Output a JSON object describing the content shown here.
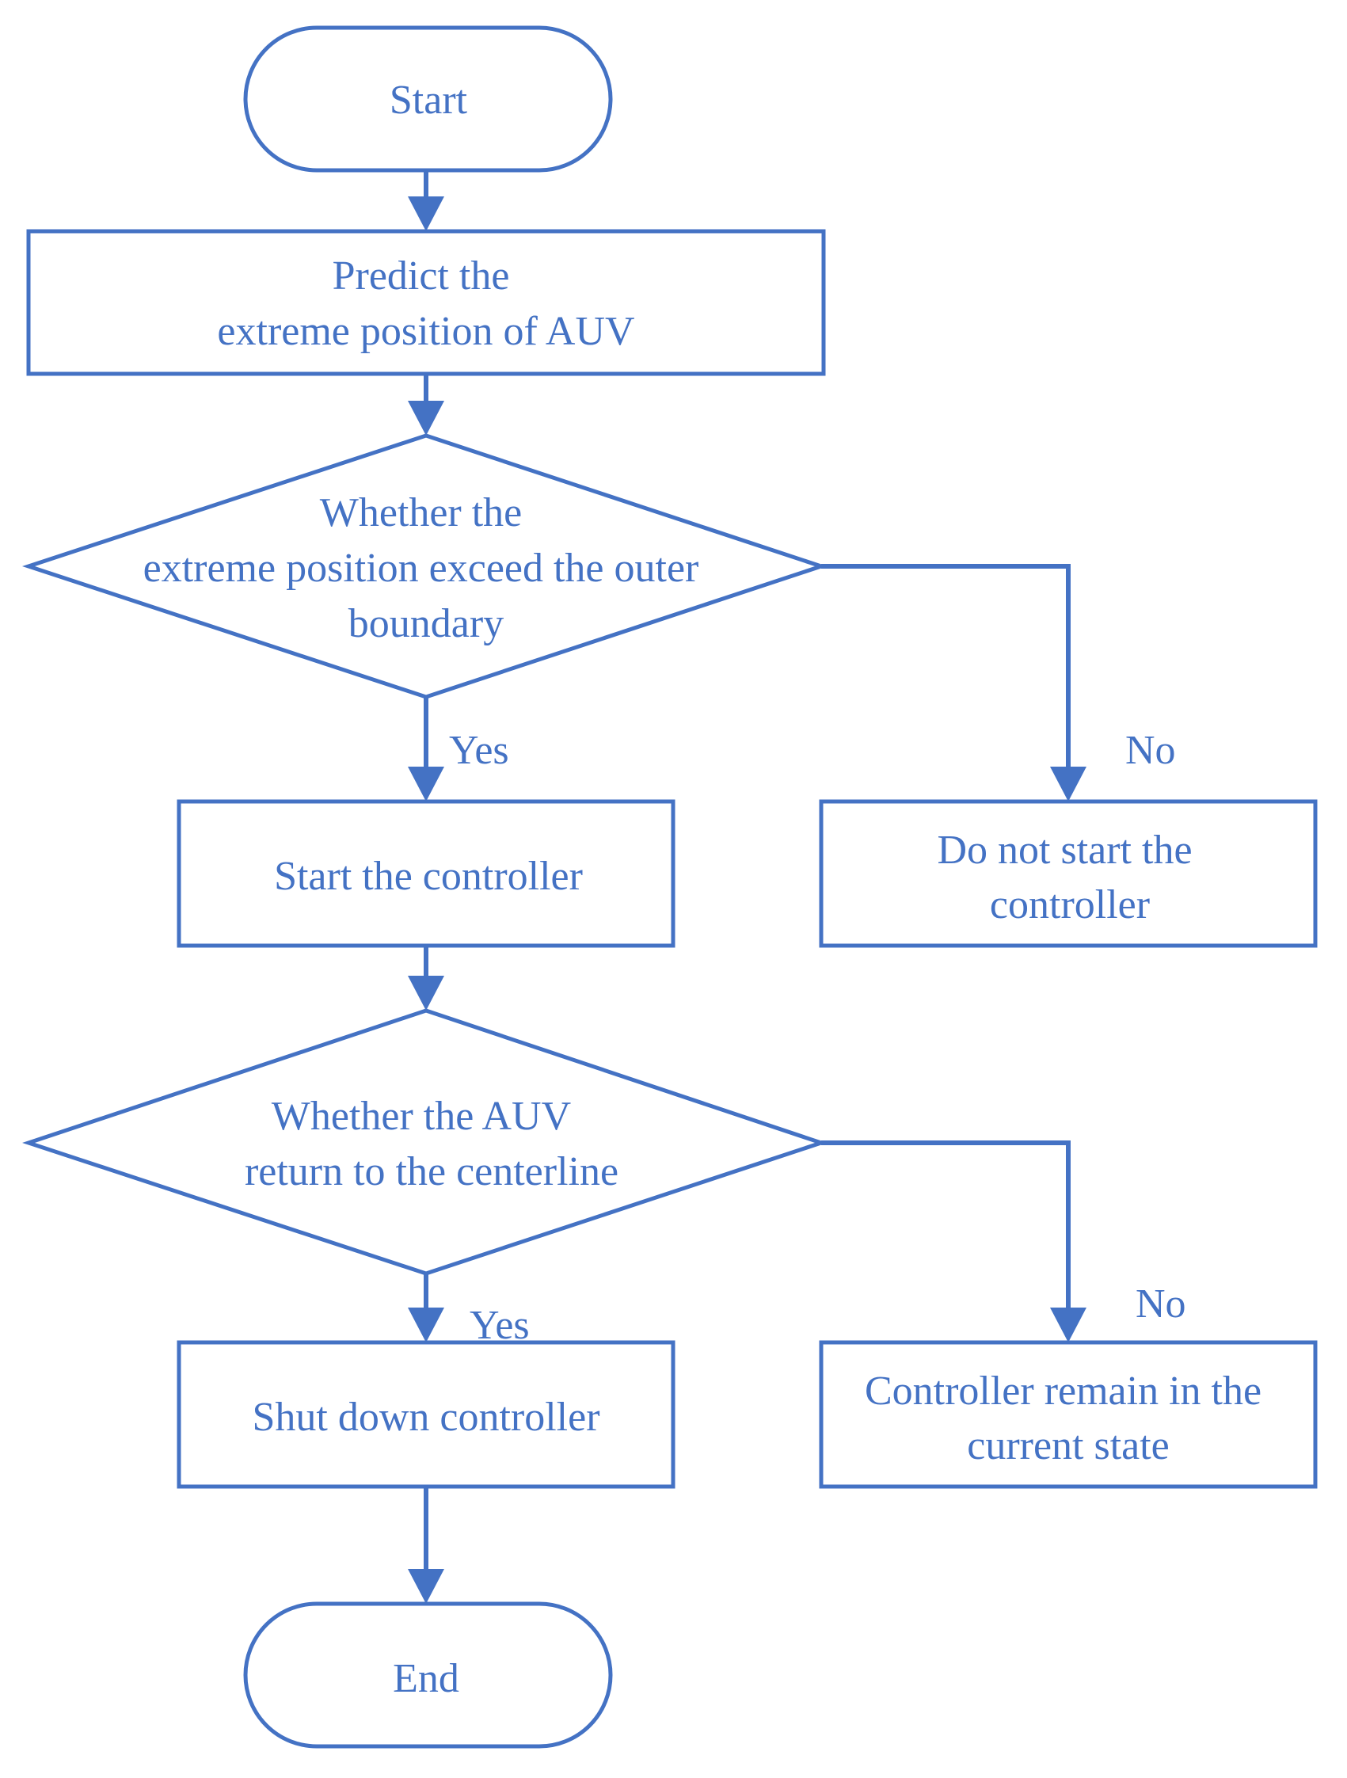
{
  "colors": {
    "stroke": "#4472C4",
    "text": "#4472C4",
    "background": "#FFFFFF"
  },
  "nodes": {
    "start": {
      "lines": [
        "Start"
      ]
    },
    "predict": {
      "lines": [
        "Predict the",
        "extreme position of AUV"
      ]
    },
    "decision1": {
      "lines": [
        "Whether the",
        "extreme position exceed the outer",
        "boundary"
      ]
    },
    "start_controller": {
      "lines": [
        "Start the controller"
      ]
    },
    "do_not_start": {
      "lines": [
        "Do not start the",
        "controller"
      ]
    },
    "decision2": {
      "lines": [
        "Whether the AUV",
        "return to the centerline"
      ]
    },
    "shut_down": {
      "lines": [
        "Shut down controller"
      ]
    },
    "remain": {
      "lines": [
        "Controller remain in the",
        "current state"
      ]
    },
    "end": {
      "lines": [
        "End"
      ]
    }
  },
  "edge_labels": {
    "d1_yes": "Yes",
    "d1_no": "No",
    "d2_yes": "Yes",
    "d2_no": "No"
  }
}
